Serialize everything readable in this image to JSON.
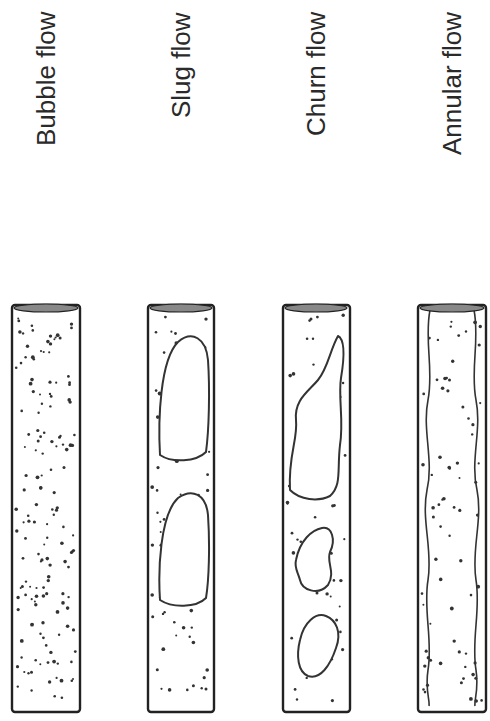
{
  "diagram": {
    "labels": [
      "Bubble flow",
      "Slug flow",
      "Churn flow",
      "Annular flow"
    ]
  }
}
